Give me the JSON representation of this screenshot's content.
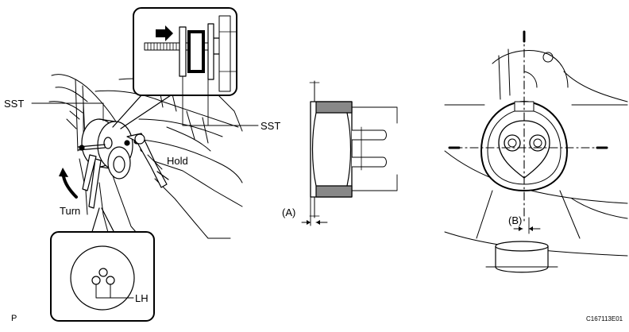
{
  "labels": {
    "sst_left": "SST",
    "sst_right": "SST",
    "hold": "Hold",
    "turn": "Turn",
    "lh": "LH",
    "dim_a": "(A)",
    "dim_b": "(B)",
    "corner_p": "P",
    "figure_code": "C167113E01"
  }
}
